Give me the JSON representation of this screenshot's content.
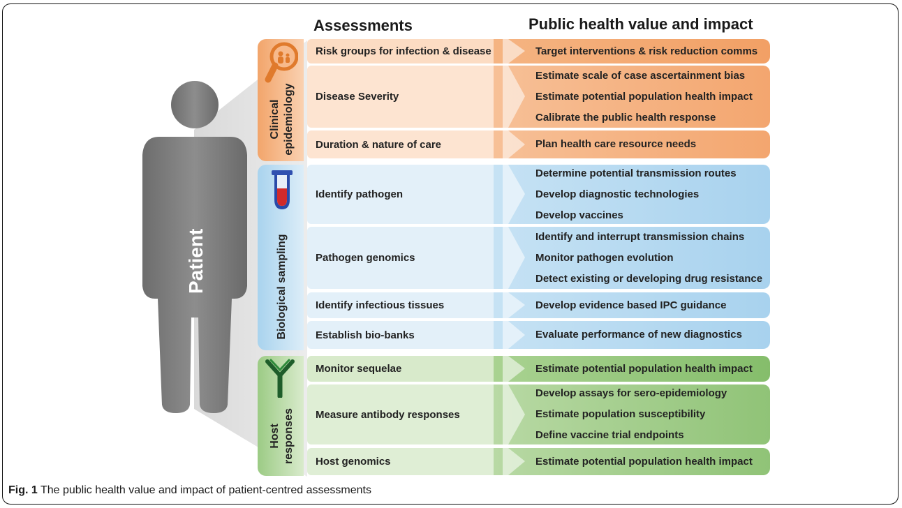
{
  "headers": {
    "assessments": "Assessments",
    "impact": "Public health value and impact"
  },
  "patient_label": "Patient",
  "colors": {
    "orange": "#f4a46a",
    "orange_light": "#fce3cf",
    "blue": "#a9d3ee",
    "blue_light": "#e1f0f9",
    "green": "#8ec277",
    "green_light": "#dbeccf"
  },
  "sections": [
    {
      "title_lines": [
        "Clinical",
        "epidemiology"
      ],
      "icon": "magnifier-people-icon",
      "rows": [
        {
          "assessment": "Risk groups for infection & disease",
          "impacts": [
            "Target interventions & risk reduction comms"
          ]
        },
        {
          "assessment": "Disease Severity",
          "impacts": [
            "Estimate scale of case ascertainment bias",
            "Estimate potential population health impact",
            "Calibrate the public health response"
          ]
        },
        {
          "assessment": "Duration & nature of care",
          "impacts": [
            "Plan health care resource needs"
          ]
        }
      ]
    },
    {
      "title_lines": [
        "Biological sampling"
      ],
      "icon": "test-tube-icon",
      "rows": [
        {
          "assessment": "Identify pathogen",
          "impacts": [
            "Determine potential transmission routes",
            "Develop diagnostic technologies",
            "Develop vaccines"
          ]
        },
        {
          "assessment": "Pathogen genomics",
          "impacts": [
            "Identify and interrupt transmission chains",
            "Monitor pathogen evolution",
            "Detect existing or developing drug resistance"
          ]
        },
        {
          "assessment": "Identify infectious tissues",
          "impacts": [
            "Develop evidence based IPC guidance"
          ]
        },
        {
          "assessment": "Establish bio-banks",
          "impacts": [
            "Evaluate performance of new diagnostics"
          ]
        }
      ]
    },
    {
      "title_lines": [
        "Host",
        "responses"
      ],
      "icon": "antibody-icon",
      "rows": [
        {
          "assessment": "Monitor sequelae",
          "impacts": [
            "Estimate potential population health impact"
          ]
        },
        {
          "assessment": "Measure antibody responses",
          "impacts": [
            "Develop assays for sero-epidemiology",
            "Estimate population susceptibility",
            "Define vaccine trial endpoints"
          ]
        },
        {
          "assessment": "Host genomics",
          "impacts": [
            "Estimate potential population health impact"
          ]
        }
      ]
    }
  ],
  "caption": {
    "label": "Fig. 1",
    "text": " The public health value and impact of patient-centred assessments"
  }
}
